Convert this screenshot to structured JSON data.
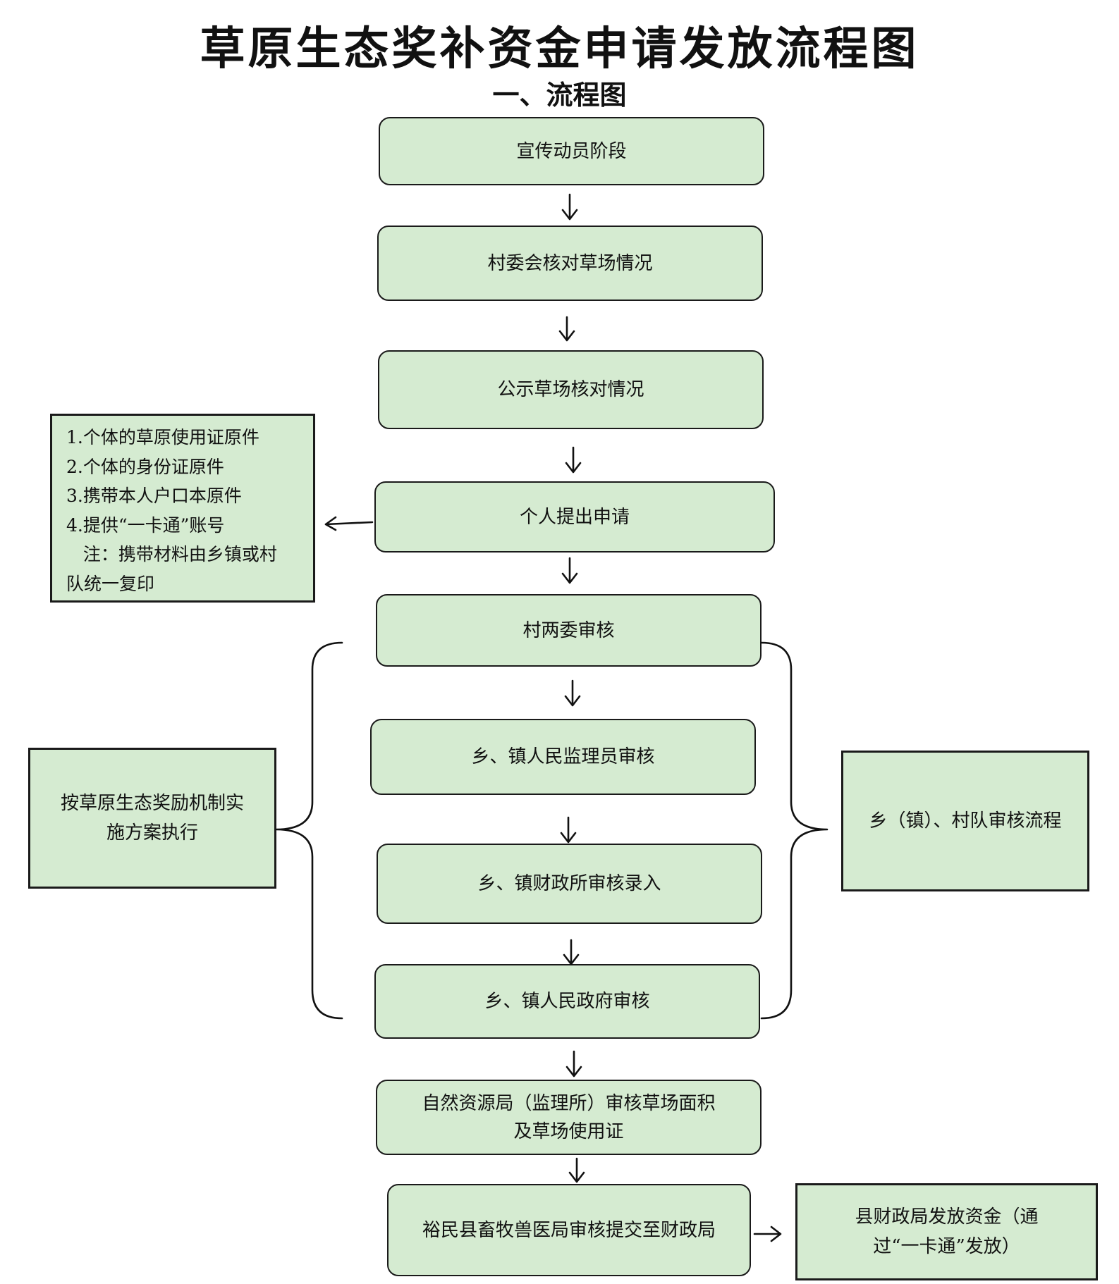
{
  "title": "草原生态奖补资金申请发放流程图",
  "subtitle": "一、流程图",
  "steps": [
    {
      "label": "宣传动员阶段"
    },
    {
      "label": "村委会核对草场情况"
    },
    {
      "label": "公示草场核对情况"
    },
    {
      "label": "个人提出申请"
    },
    {
      "label": "村两委审核"
    },
    {
      "label": "乡、镇人民监理员审核"
    },
    {
      "label": "乡、镇财政所审核录入"
    },
    {
      "label": "乡、镇人民政府审核"
    },
    {
      "label": "自然资源局（监理所）审核草场面积及草场使用证"
    },
    {
      "label": "裕民县畜牧兽医局审核提交至财政局"
    }
  ],
  "materials_note": {
    "lines": [
      "1.个体的草原使用证原件",
      "2.个体的身份证原件",
      "3.携带本人户口本原件",
      "4.提供“一卡通”账号",
      "   注：携带材料由乡镇或村",
      "队统一复印"
    ]
  },
  "left_note": "按草原生态奖励机制实施方案执行",
  "right_note": "乡（镇）、村队审核流程",
  "final_box": "县财政局发放资金（通过“一卡通”发放）",
  "colors": {
    "box_fill": "#d5ebd1",
    "border": "#1a1a1a"
  }
}
